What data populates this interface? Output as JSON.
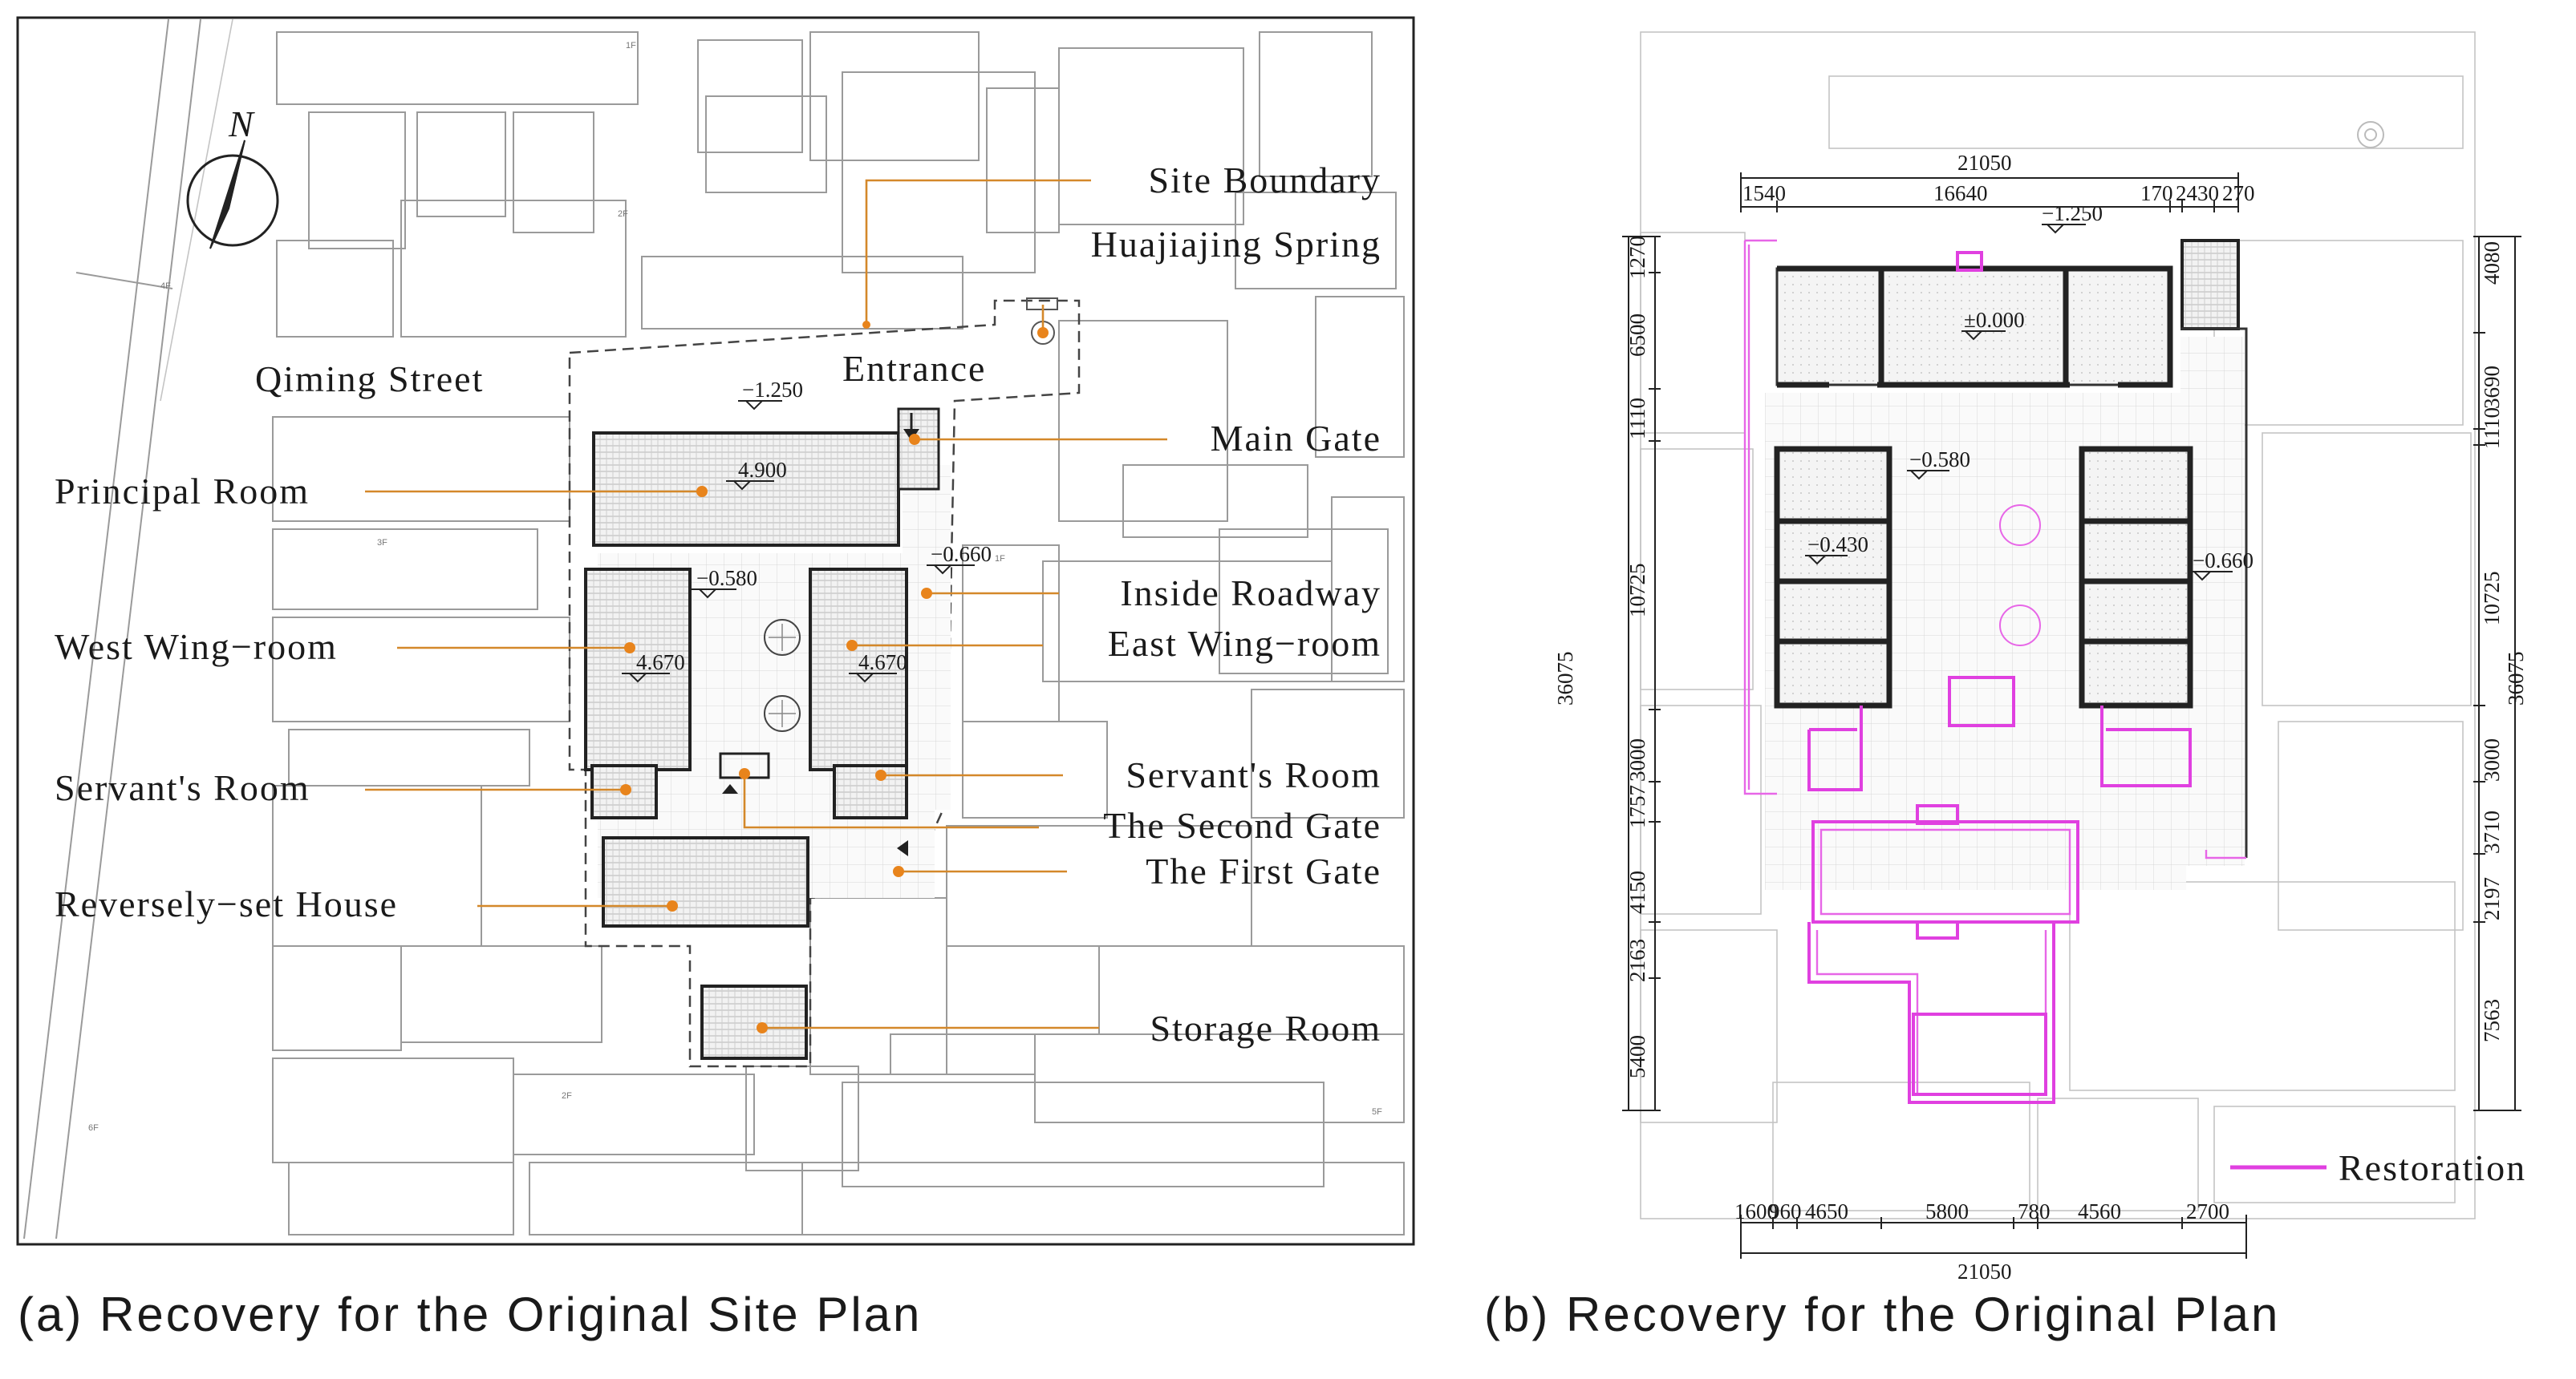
{
  "panel_a": {
    "caption": "(a) Recovery for the Original Site Plan",
    "north": "N",
    "street": "Qiming Street",
    "entrance": "Entrance",
    "labels_left": [
      {
        "key": "principal",
        "text": "Principal Room"
      },
      {
        "key": "west",
        "text": "West Wing−room"
      },
      {
        "key": "servant_w",
        "text": "Servant's Room"
      },
      {
        "key": "reversely",
        "text": "Reversely−set House"
      }
    ],
    "labels_right": [
      {
        "key": "site",
        "text": "Site Boundary"
      },
      {
        "key": "spring",
        "text": "Huajiajing Spring"
      },
      {
        "key": "maingate",
        "text": "Main Gate"
      },
      {
        "key": "roadway",
        "text": "Inside Roadway"
      },
      {
        "key": "east",
        "text": "East Wing−room"
      },
      {
        "key": "servant_e",
        "text": "Servant's Room"
      },
      {
        "key": "secondgate",
        "text": "The Second Gate"
      },
      {
        "key": "firstgate",
        "text": "The First Gate"
      },
      {
        "key": "storage",
        "text": "Storage Room"
      }
    ],
    "elevations": {
      "entrance_level": "−1.250",
      "principal_roof": "4.900",
      "courtyard": "−0.580",
      "roadway": "−0.660",
      "west_roof": "4.670",
      "east_roof": "4.670"
    },
    "floor_tags": [
      "1F",
      "2F",
      "3F",
      "4F",
      "5F",
      "6F"
    ]
  },
  "panel_b": {
    "caption": "(b) Recovery for the Original Plan",
    "legend": "Restoration",
    "colors": {
      "restoration": "#e040e0",
      "leader": "#d4882a",
      "dot": "#e8841c"
    },
    "elevations": {
      "entrance_level": "−1.250",
      "principal_floor": "±0.000",
      "courtyard": "−0.580",
      "west_room": "−0.430",
      "roadway": "−0.660"
    },
    "dims_top_total": "21050",
    "dims_top": [
      "1540",
      "16640",
      "170",
      "2430",
      "270"
    ],
    "dims_bottom": [
      "1600",
      "960",
      "4650",
      "5800",
      "780",
      "4560",
      "2700"
    ],
    "dims_bottom_total": "21050",
    "dims_left": [
      "1270",
      "6500",
      "1110",
      "10725",
      "3000",
      "1757",
      "4150",
      "2163",
      "5400"
    ],
    "dims_left_total": "36075",
    "dims_right": [
      "4080",
      "3690",
      "1110",
      "10725",
      "3000",
      "3710",
      "2197",
      "7563"
    ],
    "dims_right_total": "36075"
  }
}
